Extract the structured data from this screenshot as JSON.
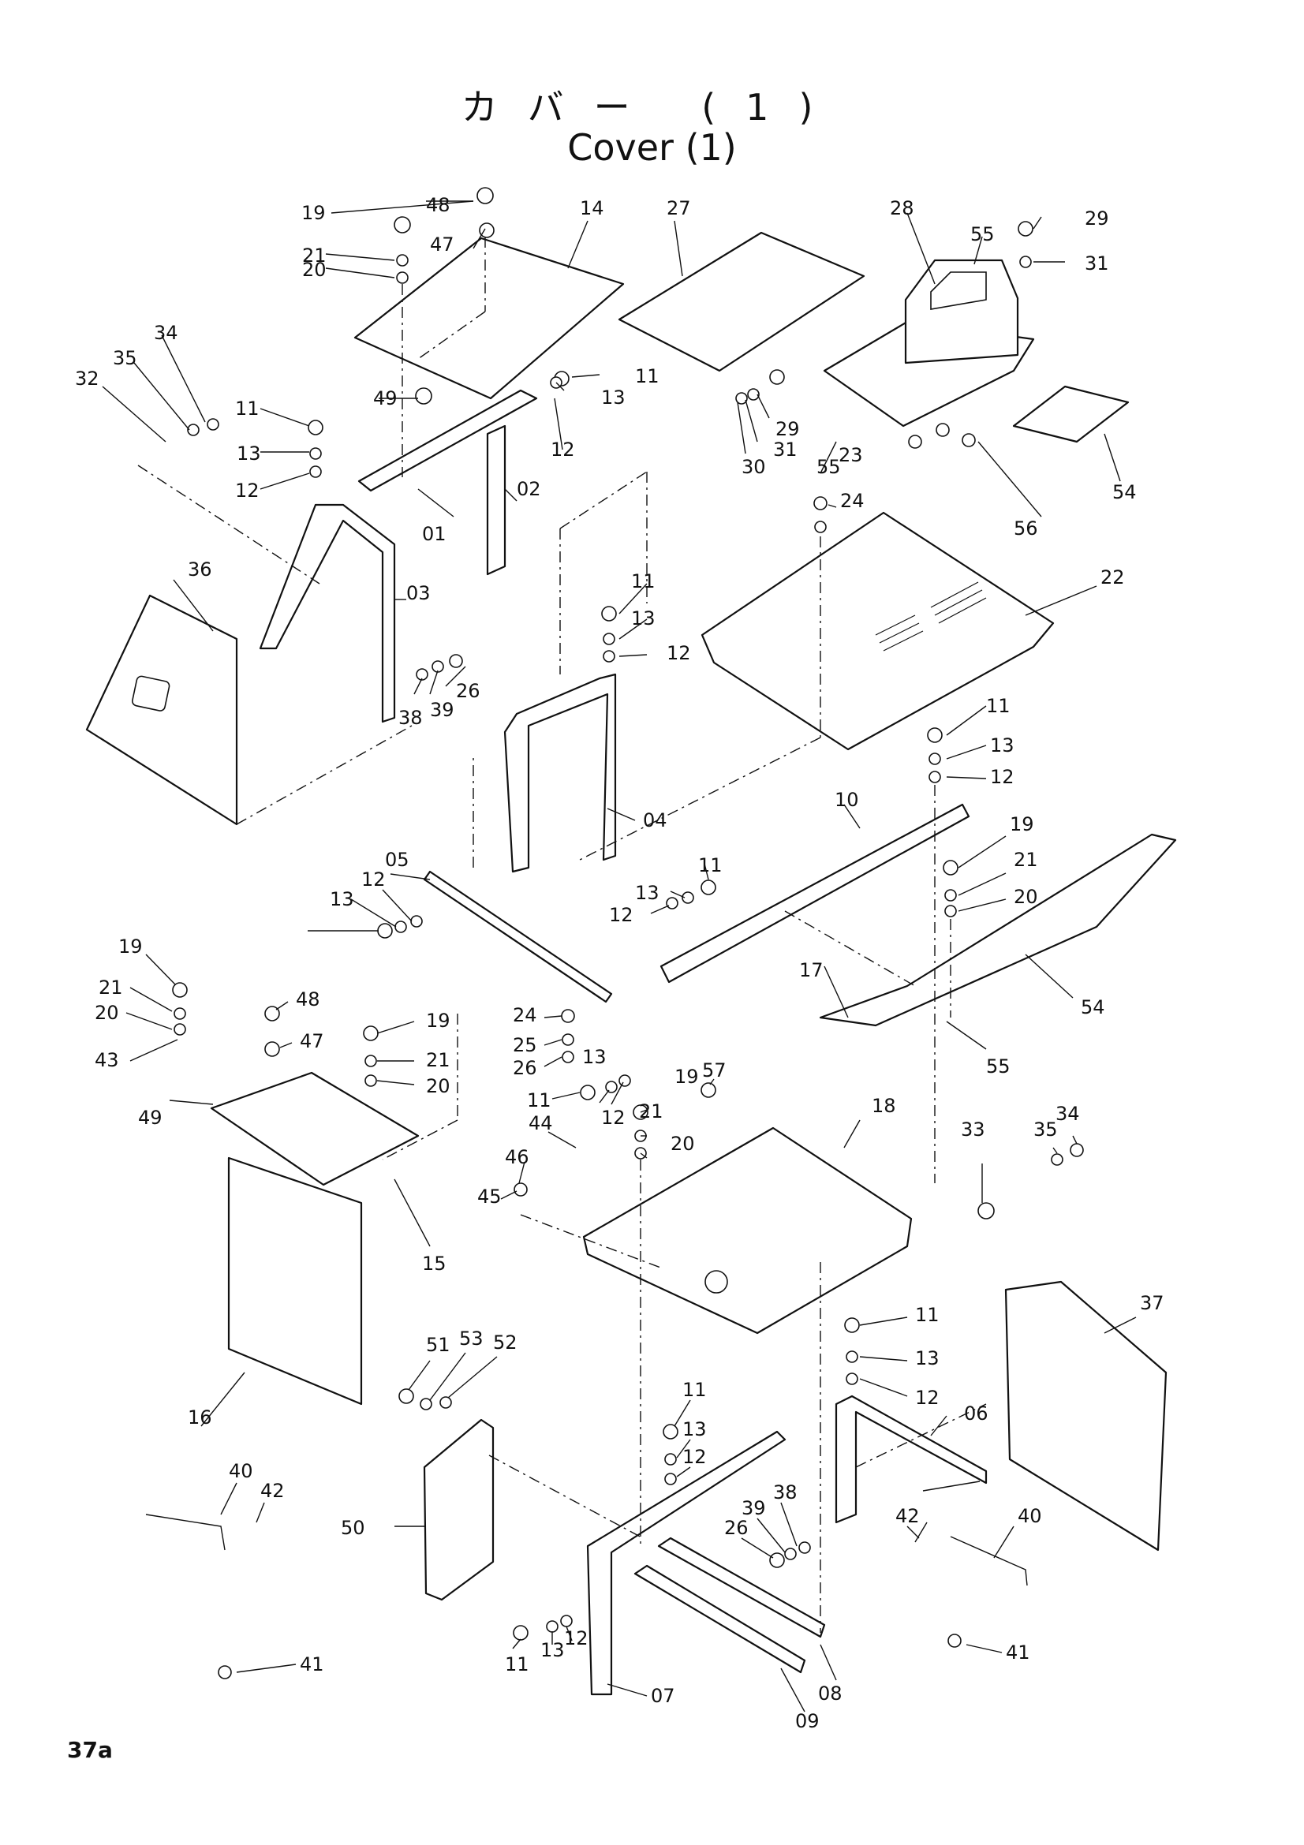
{
  "header": {
    "title_jp": "カバー (1)",
    "title_en": "Cover (1)"
  },
  "footer": {
    "page_number": "37a"
  },
  "part_labels": [
    "19",
    "48",
    "14",
    "27",
    "28",
    "55",
    "29",
    "21",
    "47",
    "31",
    "20",
    "34",
    "35",
    "32",
    "11",
    "49",
    "13",
    "13",
    "11",
    "29",
    "12",
    "12",
    "31",
    "30",
    "55",
    "23",
    "54",
    "01",
    "02",
    "24",
    "56",
    "03",
    "36",
    "22",
    "11",
    "13",
    "12",
    "26",
    "39",
    "38",
    "04",
    "11",
    "13",
    "12",
    "10",
    "19",
    "05",
    "12",
    "13",
    "11",
    "13",
    "12",
    "21",
    "20",
    "17",
    "54",
    "55",
    "19",
    "21",
    "20",
    "48",
    "47",
    "43",
    "19",
    "21",
    "24",
    "25",
    "20",
    "13",
    "26",
    "11",
    "12",
    "19",
    "57",
    "49",
    "21",
    "18",
    "44",
    "20",
    "46",
    "45",
    "15",
    "35",
    "34",
    "33",
    "11",
    "37",
    "13",
    "12",
    "16",
    "51",
    "53",
    "52",
    "11",
    "06",
    "13",
    "40",
    "12",
    "42",
    "38",
    "50",
    "39",
    "26",
    "42",
    "40",
    "41",
    "41",
    "11",
    "13",
    "12",
    "07",
    "08",
    "09"
  ]
}
